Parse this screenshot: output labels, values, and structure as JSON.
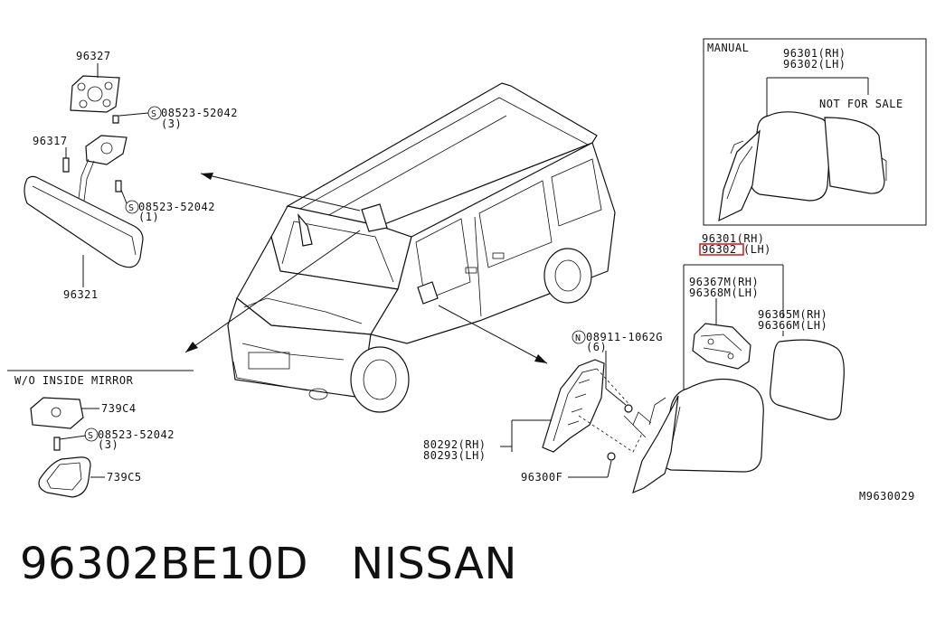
{
  "labels": {
    "p96327": "96327",
    "p08523_a": "08523-52042",
    "q3_a": "(3)",
    "p96317": "96317",
    "p08523_b": "08523-52042",
    "q1_b": "(1)",
    "p96321": "96321",
    "wo_inside": "W/O INSIDE MIRROR",
    "p739c4": "739C4",
    "p08523_c": "08523-52042",
    "q3_c": "(3)",
    "p739c5": "739C5",
    "manual": "MANUAL",
    "p96301_top": "96301(RH)",
    "p96302_top": "96302(LH)",
    "not_for_sale": "NOT FOR SALE",
    "p96301_mid": "96301(RH)",
    "p96302_mid": "96302",
    "lh_mid": "(LH)",
    "p96367": "96367M(RH)",
    "p96368": "96368M(LH)",
    "p96365": "96365M(RH)",
    "p96366": "96366M(LH)",
    "p08911": "08911-1062G",
    "q6": "(6)",
    "p80292": "80292(RH)",
    "p80293": "80293(LH)",
    "p96300f": "96300F",
    "diagram_code": "M9630029",
    "s_mark": "S",
    "n_mark": "N"
  },
  "footer": {
    "part_number": "96302BE10D",
    "brand": "NISSAN"
  },
  "colors": {
    "line": "#111111",
    "highlight": "#e0201c"
  }
}
